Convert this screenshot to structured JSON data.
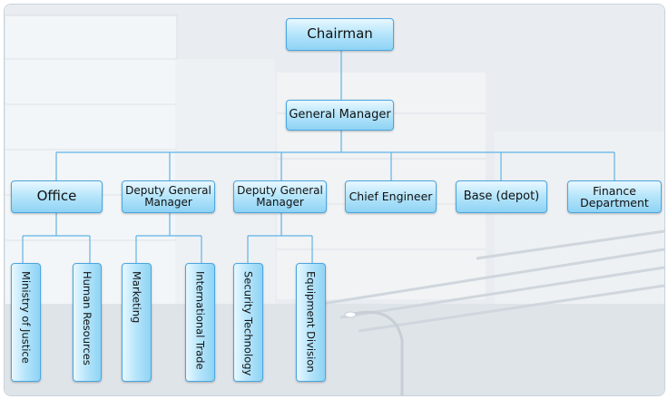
{
  "chart": {
    "root": "Chairman",
    "gm": "General Manager",
    "departments": {
      "office": "Office",
      "deputy1": "Deputy General Manager",
      "deputy2": "Deputy General Manager",
      "chief_engineer": "Chief Engineer",
      "base": "Base (depot)",
      "finance": "Finance Department"
    },
    "sub_units": {
      "ministry_of_justice": "Ministry of Justice",
      "human_resources": "Human Resources",
      "marketing": "Marketing",
      "international_trade": "International Trade",
      "security_technology": "Security Technology",
      "equipment_division": "Equipment Division"
    }
  },
  "colors": {
    "node_fill": "#b8e6fb",
    "node_border": "#4aa6e0",
    "connector": "#5fb3e6"
  }
}
